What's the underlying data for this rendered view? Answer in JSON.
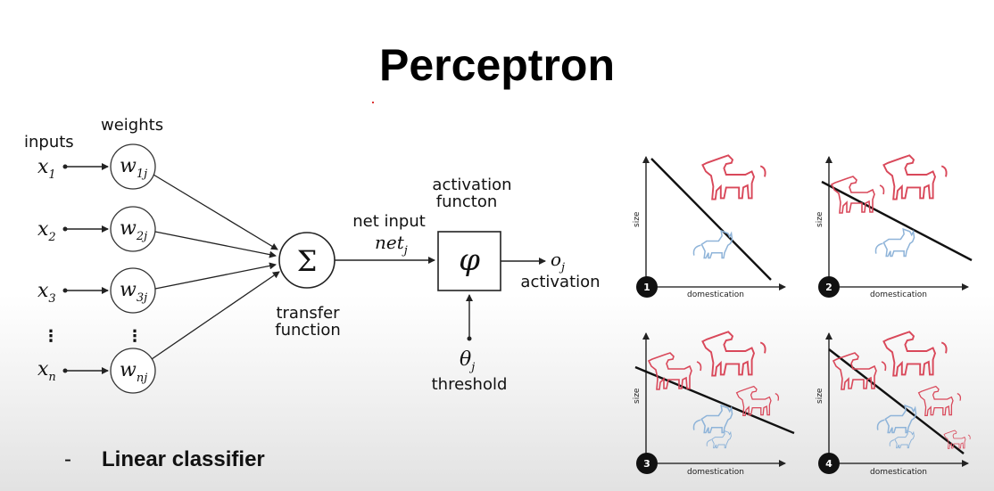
{
  "slide": {
    "title": "Perceptron",
    "bullet_dash": "-",
    "bullet": "Linear classifier"
  },
  "diagram": {
    "inputs_label": "inputs",
    "weights_label": "weights",
    "inputs": [
      {
        "base": "x",
        "sub": "1"
      },
      {
        "base": "x",
        "sub": "2"
      },
      {
        "base": "x",
        "sub": "3"
      },
      {
        "base": "x",
        "sub": "n"
      }
    ],
    "weights": [
      {
        "base": "w",
        "sub": "1j"
      },
      {
        "base": "w",
        "sub": "2j"
      },
      {
        "base": "w",
        "sub": "3j"
      },
      {
        "base": "w",
        "sub": "nj"
      }
    ],
    "ellipsis": "⋮",
    "sum_symbol": "Σ",
    "transfer_line1": "transfer",
    "transfer_line2": "function",
    "net_input_label": "net input",
    "net_base": "net",
    "net_sub": "j",
    "activation_line1": "activation",
    "activation_line2": "functon",
    "phi_symbol": "φ",
    "output_base": "o",
    "output_sub": "j",
    "output_label": "activation",
    "theta_base": "θ",
    "theta_sub": "j",
    "threshold_label": "threshold"
  },
  "panels": [
    {
      "number": "1",
      "x_label": "domestication",
      "y_label": "size"
    },
    {
      "number": "2",
      "x_label": "domestication",
      "y_label": "size"
    },
    {
      "number": "3",
      "x_label": "domestication",
      "y_label": "size"
    },
    {
      "number": "4",
      "x_label": "domestication",
      "y_label": "size"
    }
  ],
  "colors": {
    "dog_outline": "#d9485a",
    "cat_outline": "#8fb4d9",
    "badge": "#111111"
  },
  "icons": [
    "dog-icon",
    "cat-icon"
  ]
}
